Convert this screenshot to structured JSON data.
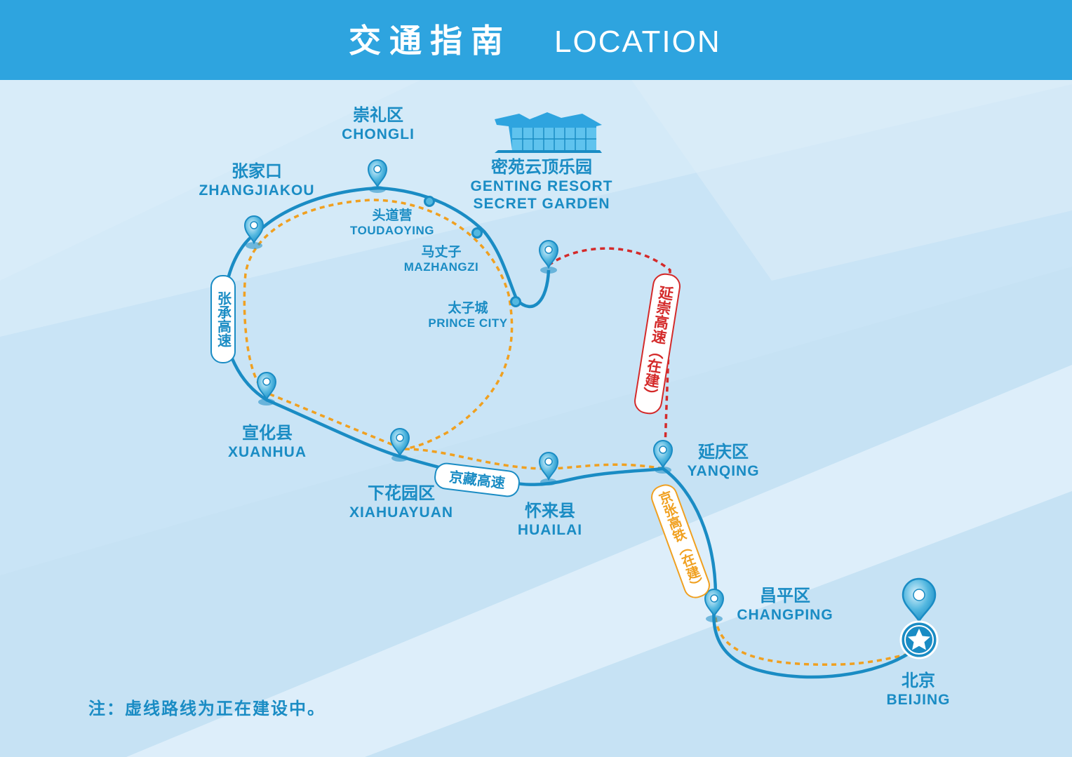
{
  "header": {
    "title_cn": "交通指南",
    "title_en": "LOCATION"
  },
  "colors": {
    "header_bg": "#2ea4df",
    "route_blue": "#1a8cc4",
    "dashed_orange": "#f0a020",
    "dashed_red": "#d42a2a",
    "map_bg": "#d4eaf8"
  },
  "places": {
    "chongli": {
      "cn": "崇礼区",
      "en": "CHONGLI"
    },
    "zhangjiakou": {
      "cn": "张家口",
      "en": "ZHANGJIAKOU"
    },
    "genting": {
      "cn": "密苑云顶乐园",
      "en1": "GENTING RESORT",
      "en2": "SECRET GARDEN"
    },
    "toudaoying": {
      "cn": "头道营",
      "en": "TOUDAOYING"
    },
    "mazhangzi": {
      "cn": "马丈子",
      "en": "MAZHANGZI"
    },
    "taizicheng": {
      "cn": "太子城",
      "en": "PRINCE CITY"
    },
    "xuanhua": {
      "cn": "宣化县",
      "en": "XUANHUA"
    },
    "xiahuayuan": {
      "cn": "下花园区",
      "en": "XIAHUAYUAN"
    },
    "huailai": {
      "cn": "怀来县",
      "en": "HUAILAI"
    },
    "yanqing": {
      "cn": "延庆区",
      "en": "YANQING"
    },
    "changping": {
      "cn": "昌平区",
      "en": "CHANGPING"
    },
    "beijing": {
      "cn": "北京",
      "en": "BEIJING"
    }
  },
  "highways": {
    "zhangcheng": "张承高速",
    "jingzang": "京藏高速",
    "yanchong": "延崇高速（在建）",
    "jingzhang": "京张高铁（在建）"
  },
  "note": "注：虚线路线为正在建设中。",
  "icons": {
    "pin": "location-pin-icon",
    "star": "star-marker-icon",
    "venue": "resort-building-icon"
  }
}
